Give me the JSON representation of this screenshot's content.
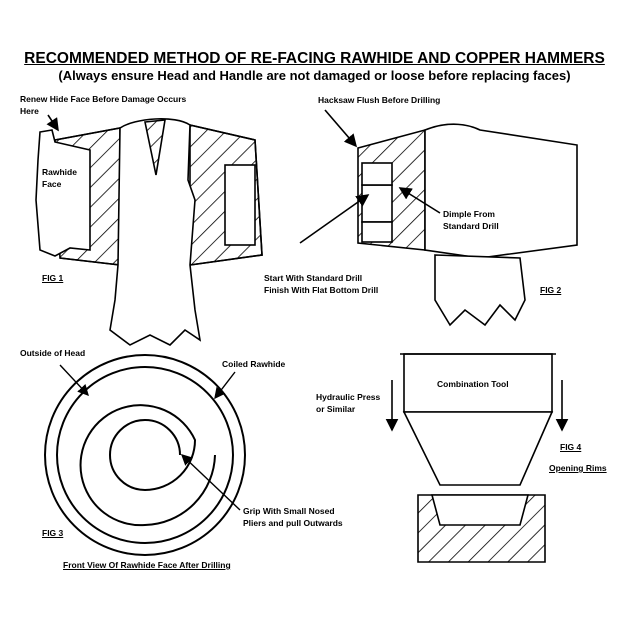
{
  "title": "RECOMMENDED METHOD OF RE-FACING RAWHIDE AND COPPER HAMMERS",
  "subtitle": "(Always ensure Head and Handle are not damaged or loose before replacing faces)",
  "fig1": {
    "label": "FIG 1",
    "note_line1": "Renew Hide Face Before Damage Occurs",
    "note_line2": "Here",
    "face_line1": "Rawhide",
    "face_line2": "Face"
  },
  "fig2": {
    "label": "FIG 2",
    "hacksaw": "Hacksaw Flush Before Drilling",
    "dimple_line1": "Dimple From",
    "dimple_line2": "Standard Drill",
    "drill_line1": "Start With Standard Drill",
    "drill_line2": "Finish With Flat Bottom Drill"
  },
  "fig3": {
    "label": "FIG 3",
    "outside": "Outside of Head",
    "coiled": "Coiled Rawhide",
    "grip_line1": "Grip With Small Nosed",
    "grip_line2": "Pliers and pull Outwards",
    "caption": "Front View Of Rawhide Face After Drilling"
  },
  "fig4": {
    "label": "FIG 4",
    "tool": "Combination Tool",
    "press_line1": "Hydraulic Press",
    "press_line2": "or Similar",
    "caption": "Opening Rims"
  }
}
